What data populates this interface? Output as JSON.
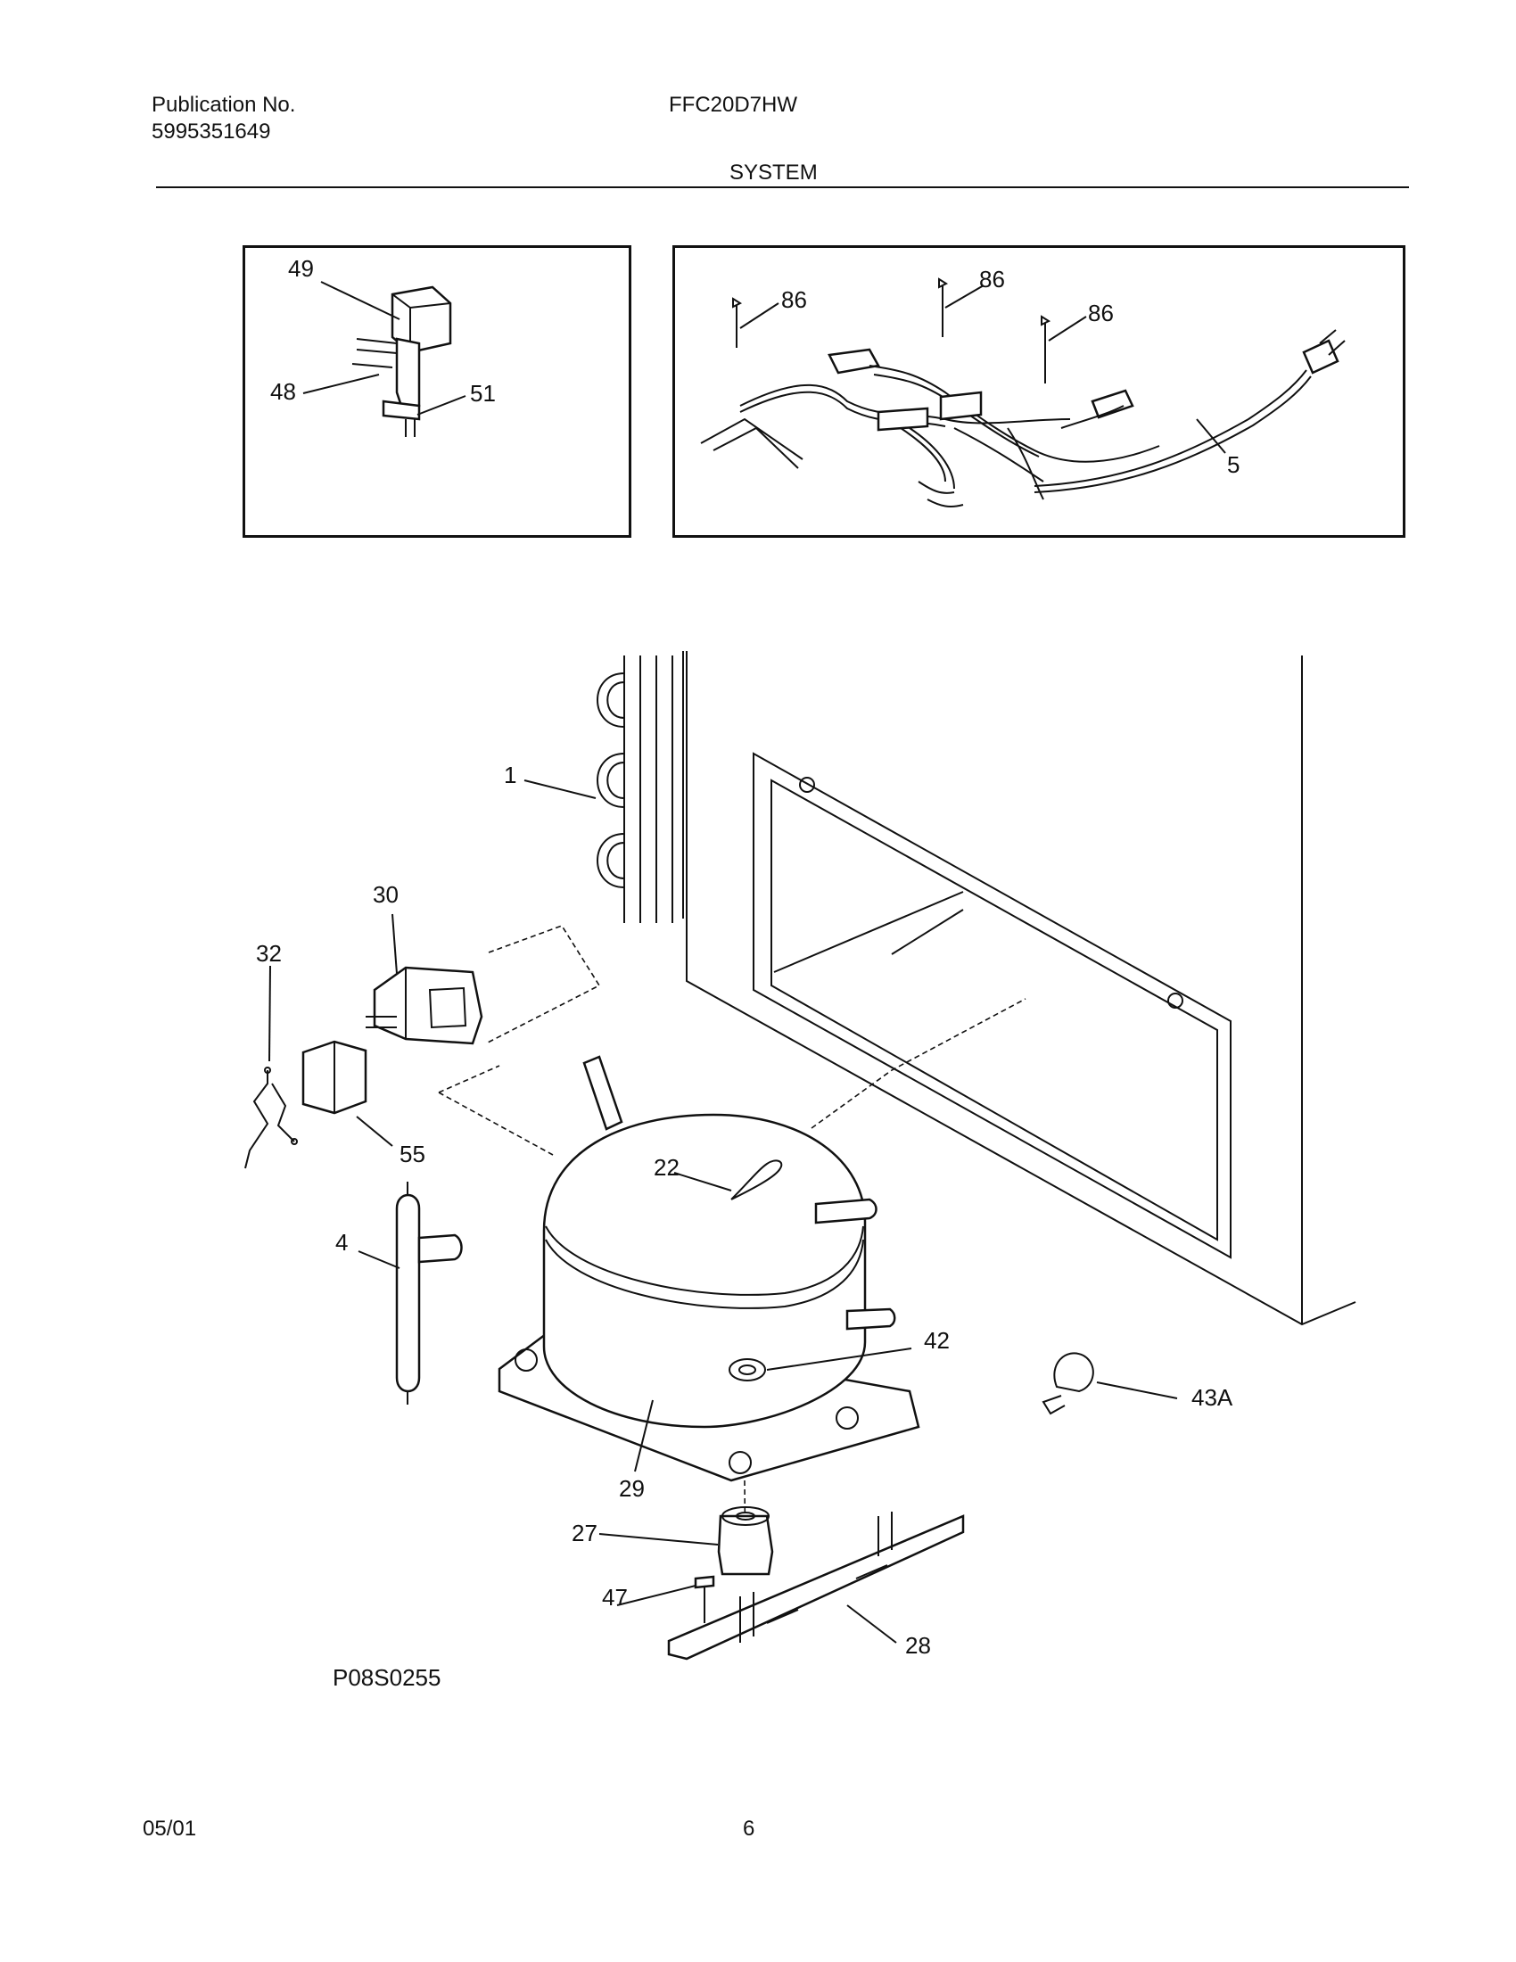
{
  "header": {
    "publication_label": "Publication No.",
    "publication_number": "5995351649",
    "model": "FFC20D7HW",
    "section": "SYSTEM"
  },
  "footer": {
    "date": "05/01",
    "page": "6",
    "figure_code": "P08S0255"
  },
  "callouts": {
    "valve_box": [
      "49",
      "48",
      "51"
    ],
    "harness_box": [
      "86",
      "86",
      "86",
      "5"
    ],
    "main": [
      "1",
      "30",
      "32",
      "55",
      "4",
      "22",
      "42",
      "43A",
      "29",
      "27",
      "47",
      "28"
    ]
  }
}
